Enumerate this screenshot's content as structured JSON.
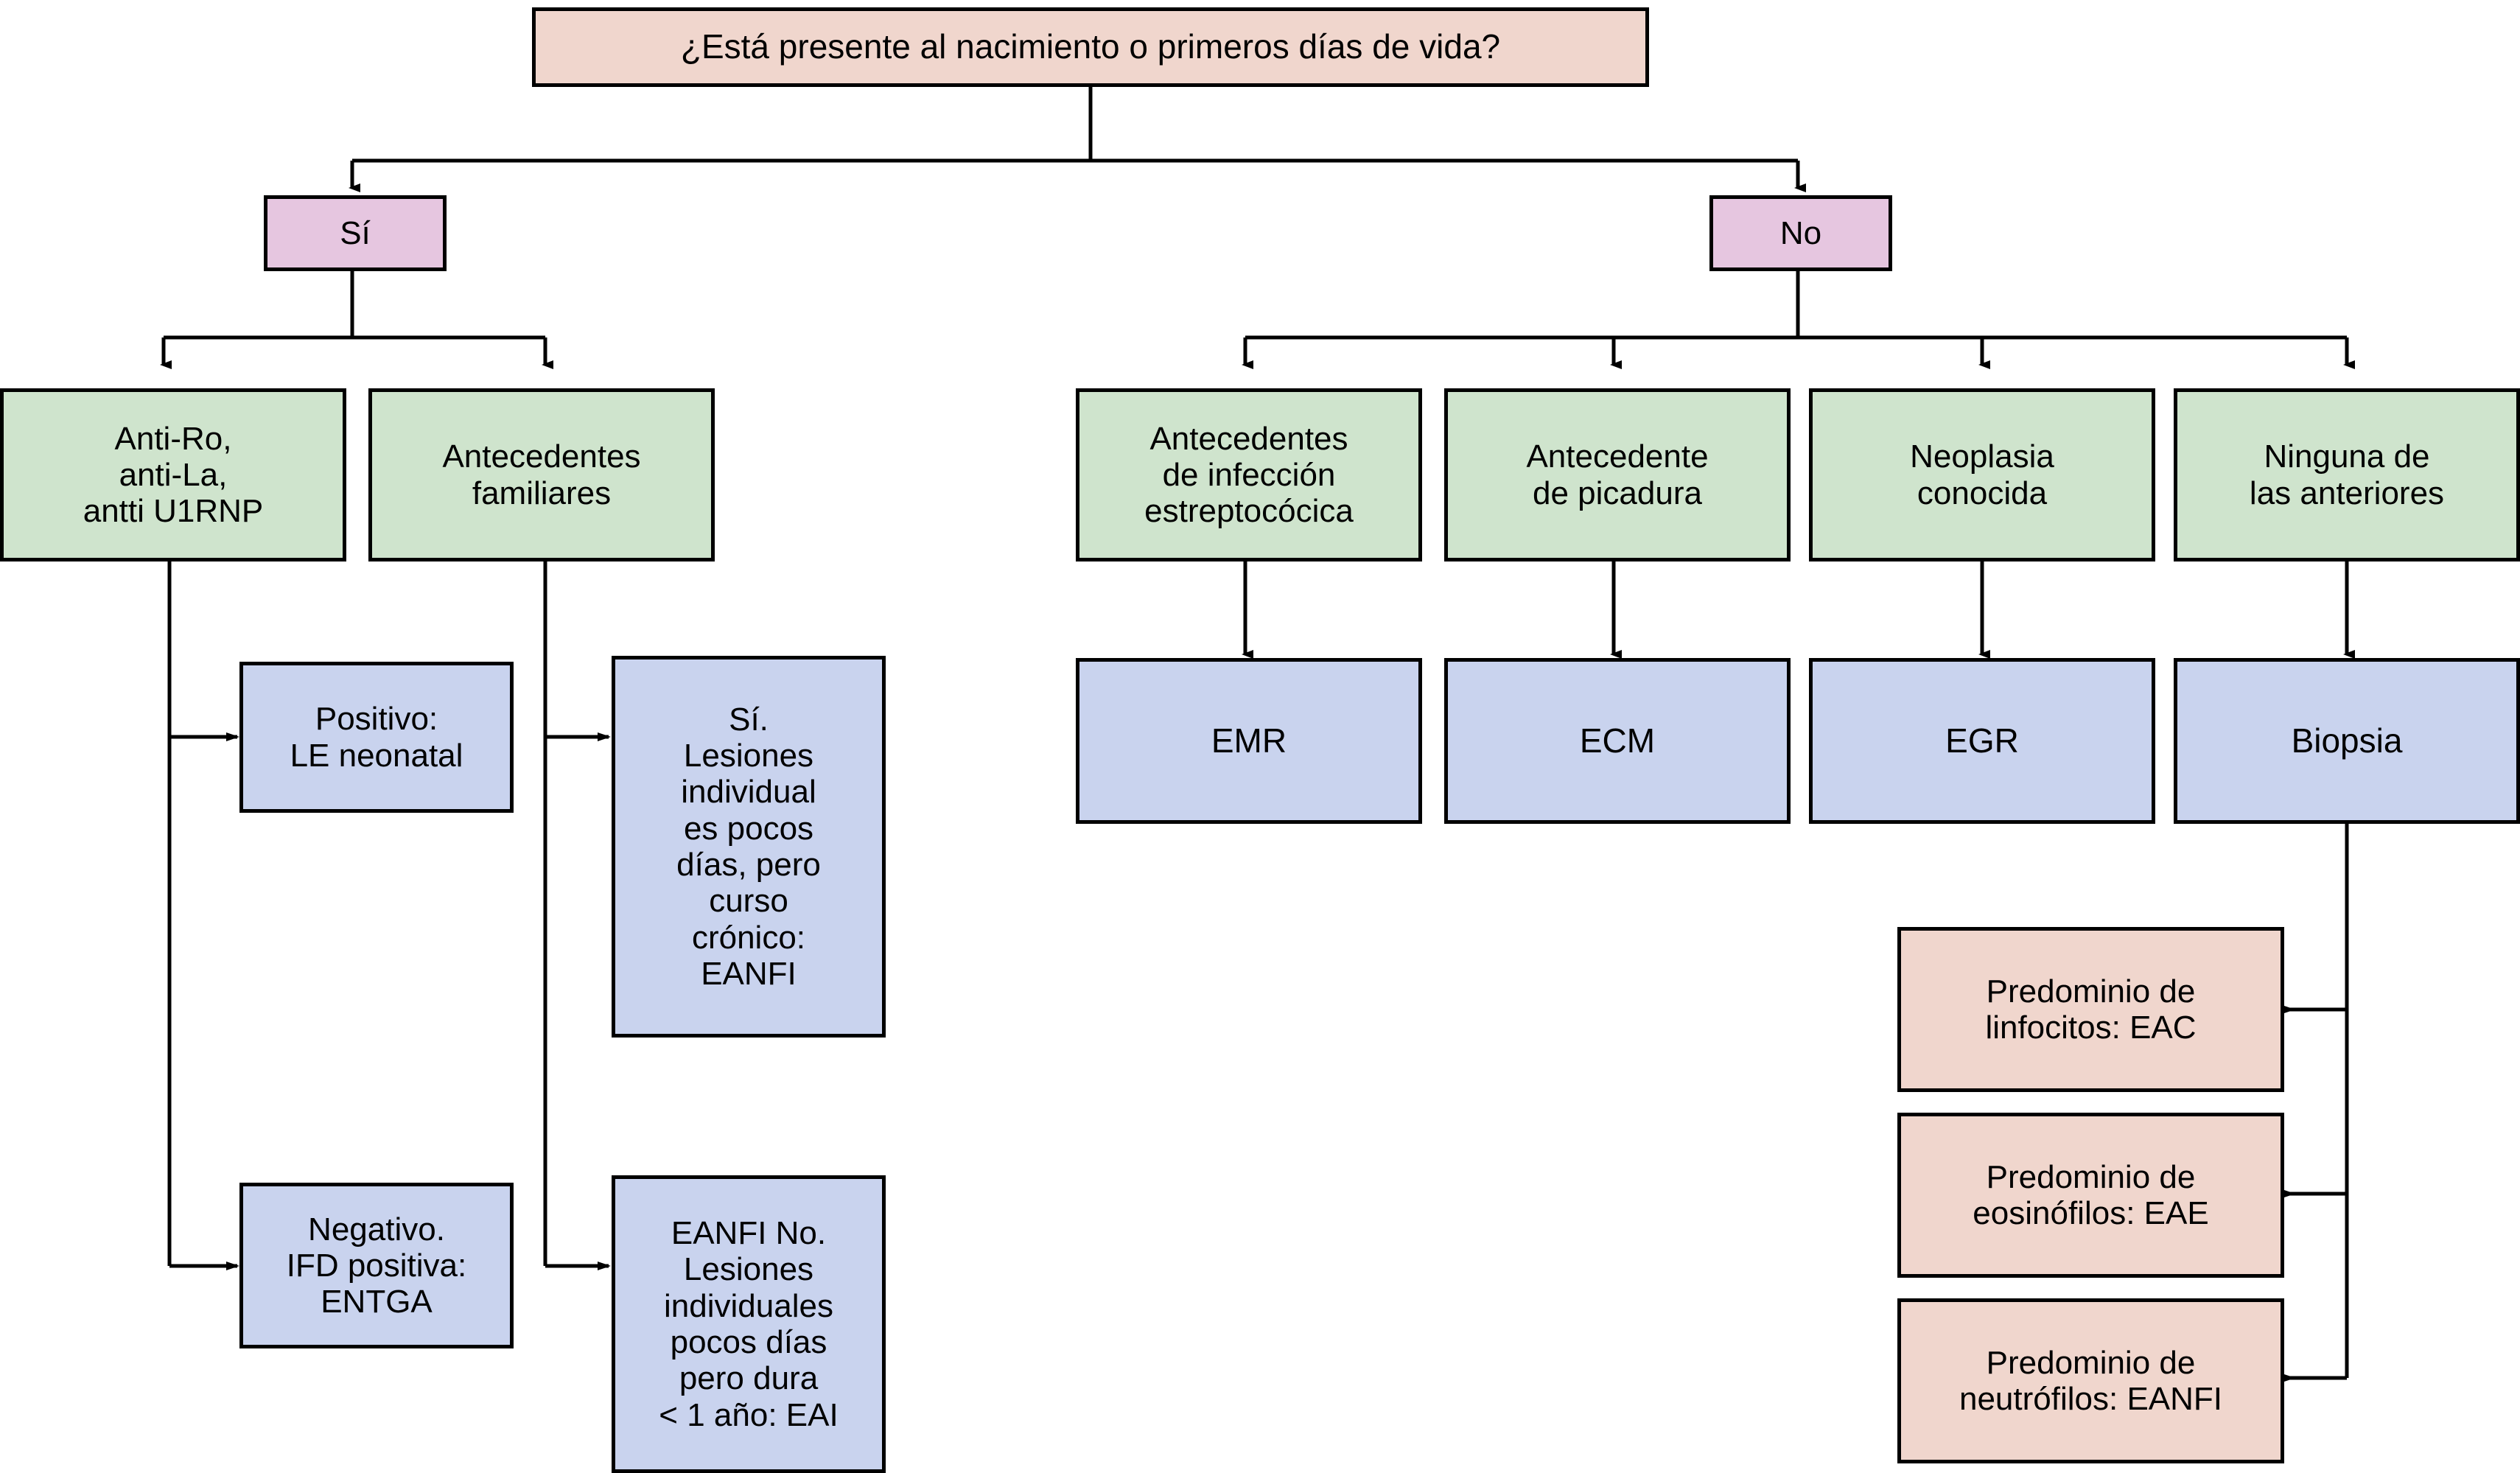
{
  "diagram": {
    "title_text": "¿Está presente al nacimiento o primeros días de vida?",
    "colors": {
      "peach": "#f0d6cd",
      "lilac": "#e6c6e0",
      "green": "#cfe4cd",
      "blue": "#c9d3ee",
      "stroke": "#000000",
      "background": "#ffffff"
    },
    "nodes": {
      "root": "¿Está presente al nacimiento o primeros días de vida?",
      "yes": "Sí",
      "no": "No",
      "antibodies": "Anti-Ro,\nanti-La,\nantti U1RNP",
      "family_history": "Antecedentes\nfamiliares",
      "strep_history": "Antecedentes\nde infección\nestreptocócica",
      "bite_history": "Antecedente\nde picadura",
      "known_neoplasia": "Neoplasia\nconocida",
      "none_of_above": "Ninguna de\nlas anteriores",
      "positive_le": "Positivo:\nLE neonatal",
      "negative_ifd": "Negativo.\nIFD positiva:\nENTGA",
      "yes_lesions_eanfi": "Sí.\nLesiones\nindividual\nes pocos\ndías, pero\ncurso\ncrónico:\nEANFI",
      "eanfi_no_eai": "EANFI No.\nLesiones\nindividuales\npocos días\npero dura\n< 1 año: EAI",
      "emr": "EMR",
      "ecm": "ECM",
      "egr": "EGR",
      "biopsia": "Biopsia",
      "lymphocytes_eac": "Predominio de\nlinfocitos: EAC",
      "eosinophils_eae": "Predominio de\neosinófilos: EAE",
      "neutrophils_eanfi": "Predominio de\nneutrófilos: EANFI"
    }
  }
}
